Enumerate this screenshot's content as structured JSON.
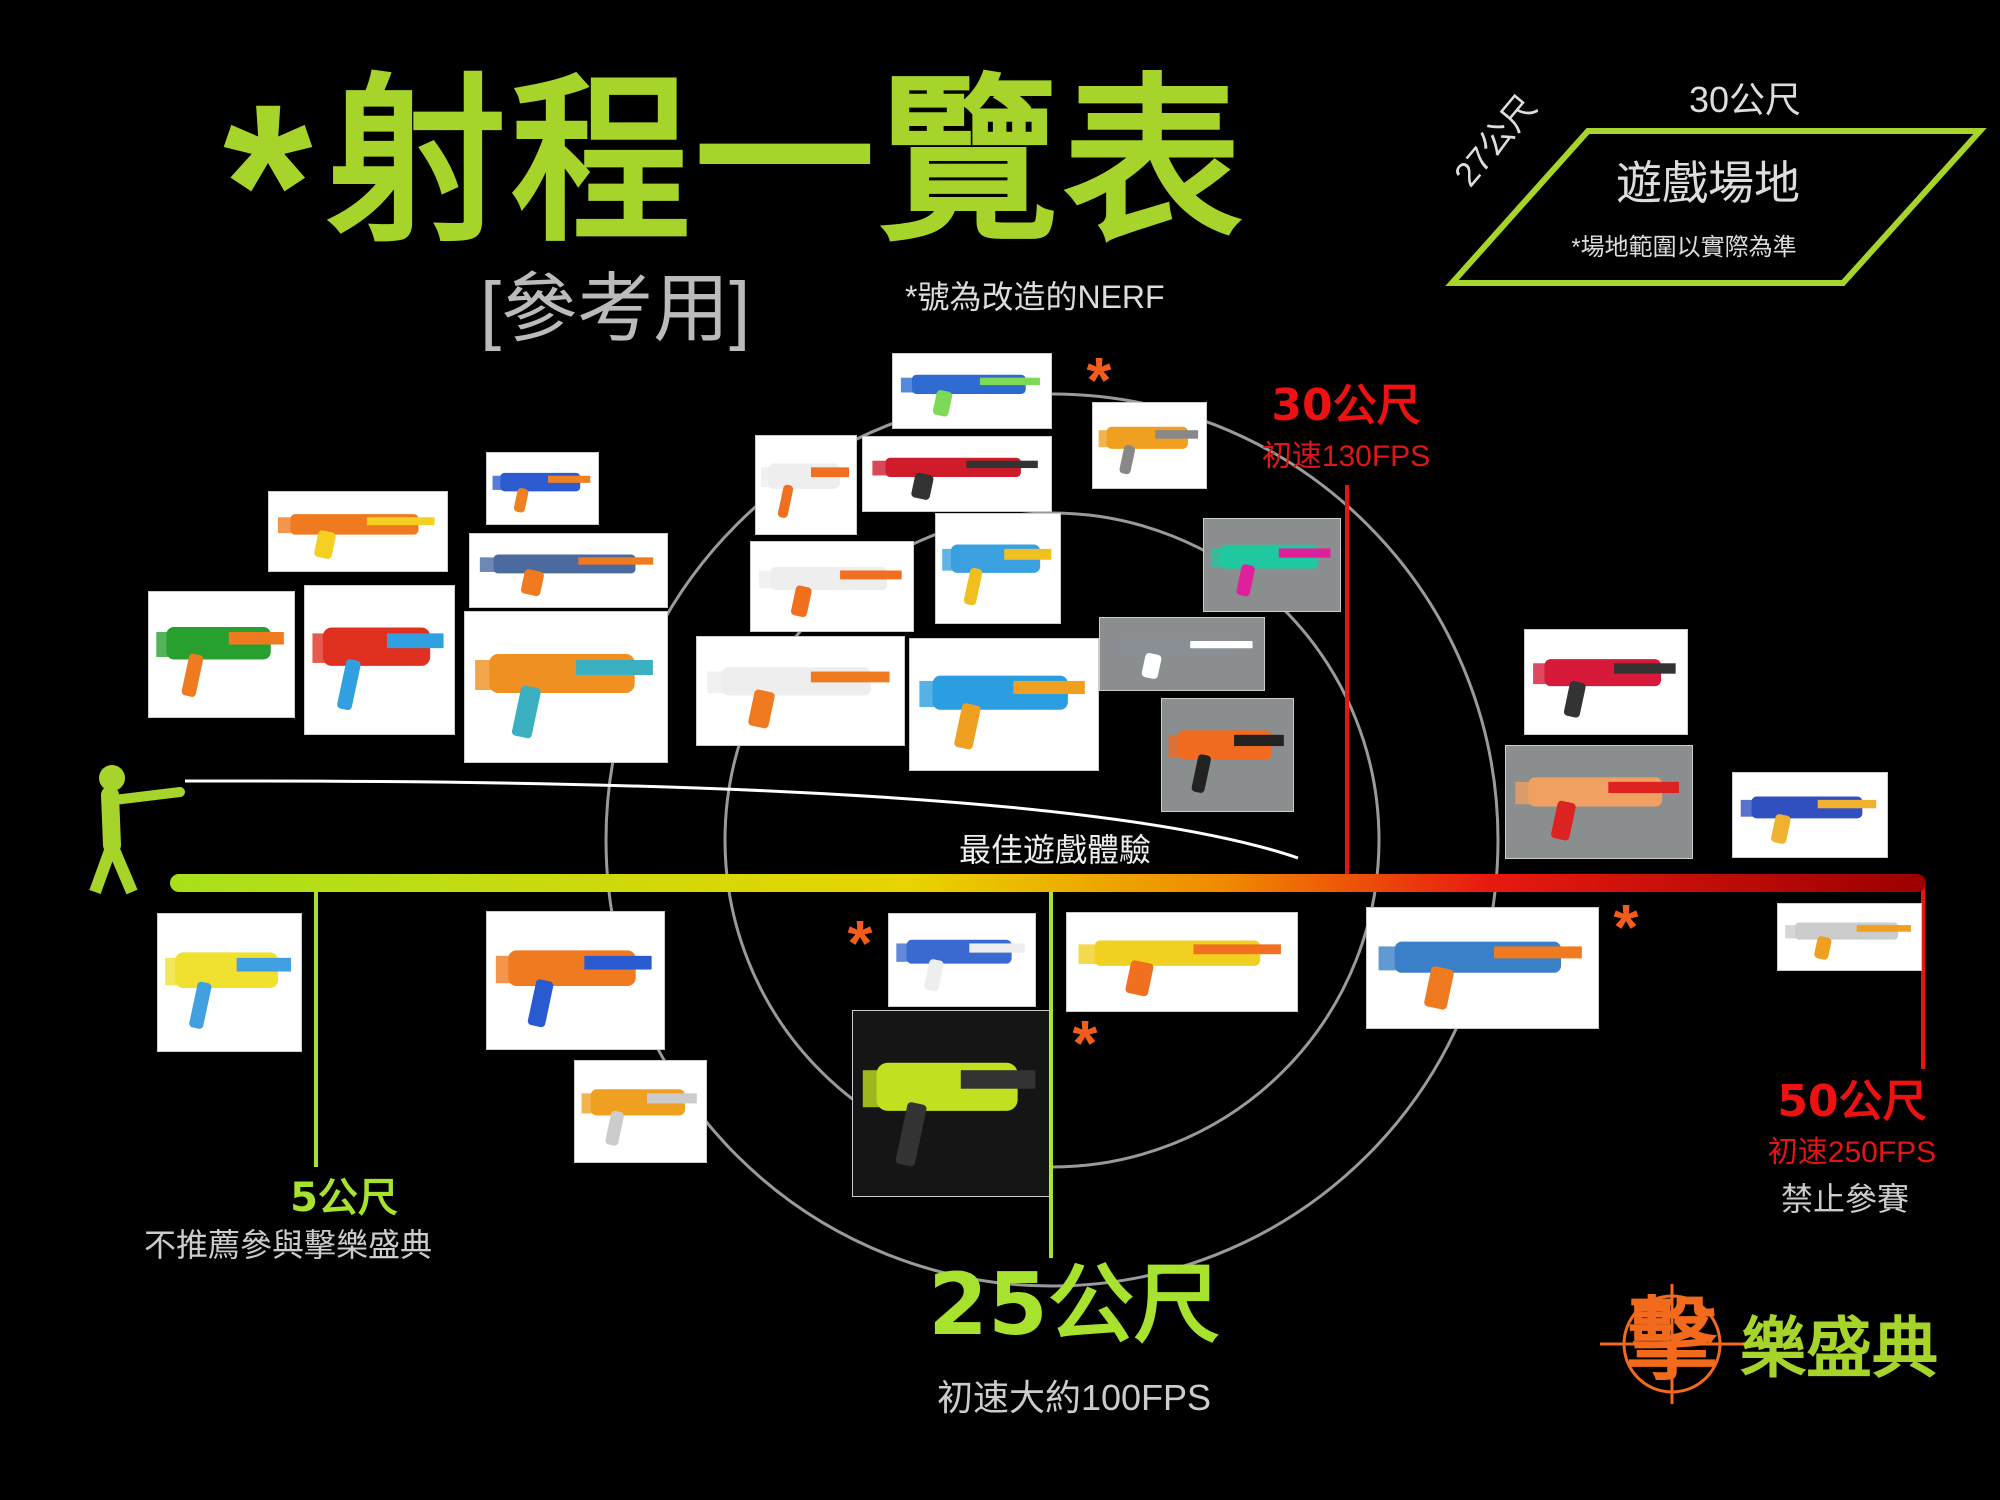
{
  "title": {
    "asterisk": "*",
    "text": "射程一覽表"
  },
  "subtitle": "[參考用]",
  "note": "*號為改造的NERF",
  "field": {
    "width_label": "30公尺",
    "depth_label": "27公尺",
    "name": "遊戲場地",
    "disclaimer": "*場地範圍以實際為準",
    "border_color": "#a6d42b"
  },
  "trajectory_label": "最佳遊戲體驗",
  "markers": [
    {
      "distance": "5公尺",
      "caption": "不推薦參與擊樂盛典",
      "color": "#a6e22e"
    },
    {
      "distance": "25公尺",
      "caption": "初速大約100FPS",
      "color": "#a6e22e"
    },
    {
      "distance": "30公尺",
      "caption": "初速130FPS",
      "color": "#ee1111"
    },
    {
      "distance": "50公尺",
      "caption": "初速250FPS",
      "caption2": "禁止參賽",
      "color": "#ee1111"
    }
  ],
  "modified_marker": "*",
  "logo": {
    "first_char": "擊",
    "rest": "樂盛典",
    "orange": "#f26a1b",
    "green": "#a6d42b"
  },
  "axis_colors": [
    "#a8e01c",
    "#e8d400",
    "#f08a00",
    "#e81a10",
    "#9a0000"
  ]
}
